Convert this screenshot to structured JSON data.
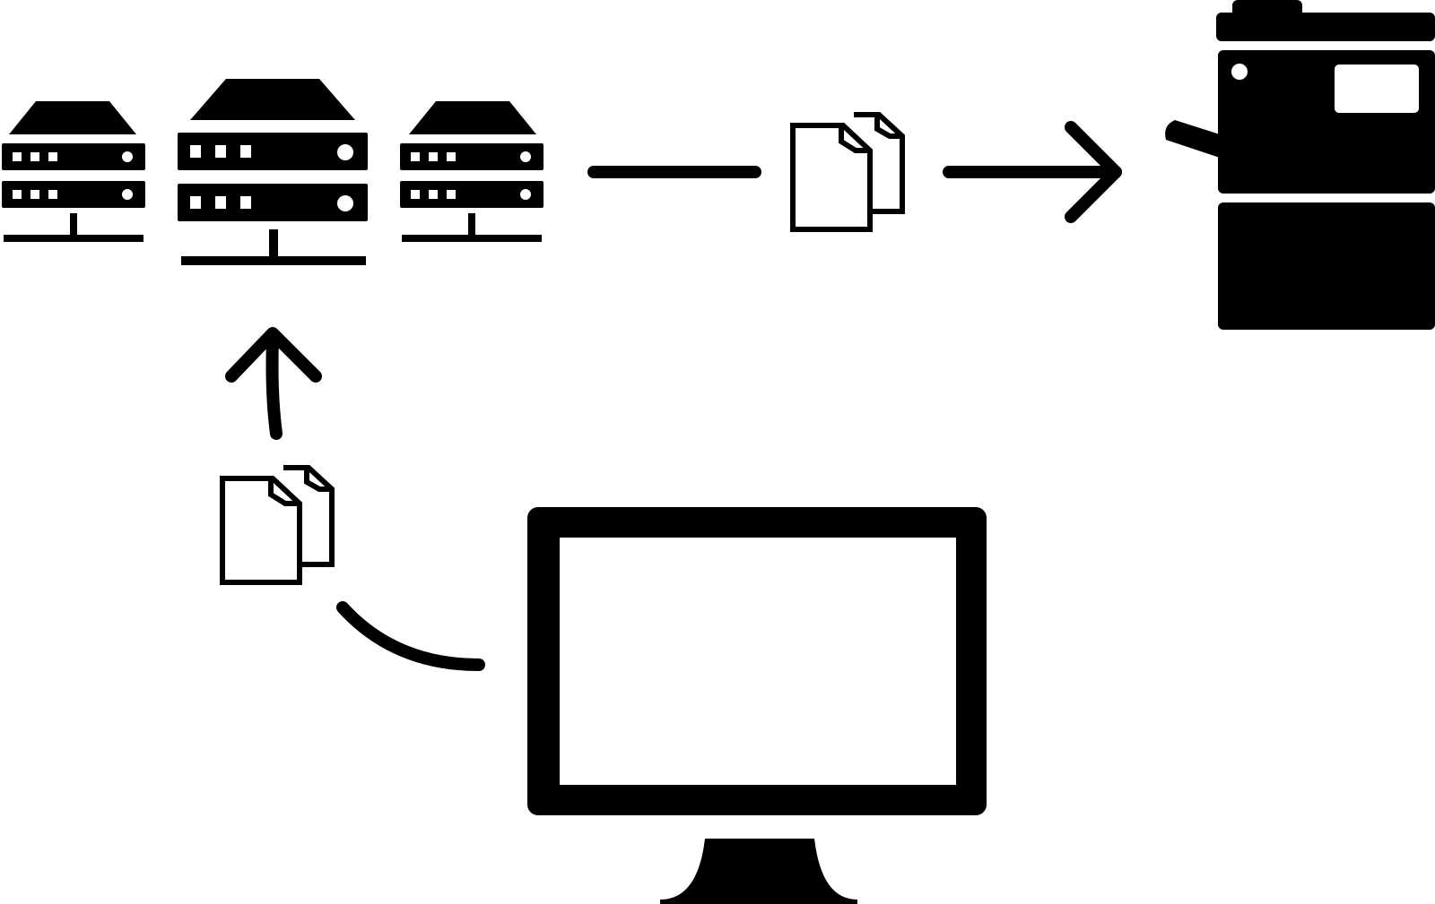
{
  "diagram": {
    "type": "print-workflow",
    "colors": {
      "ink": "#000000",
      "paper": "#ffffff"
    },
    "icons": {
      "server_cluster": [
        "server-icon",
        "server-icon",
        "server-icon"
      ],
      "documents": "documents-icon",
      "printer": "printer-icon",
      "workstation": "monitor-icon"
    },
    "flows": [
      {
        "from": "workstation",
        "to": "server_cluster",
        "carries": "documents"
      },
      {
        "from": "server_cluster",
        "to": "printer",
        "carries": "documents"
      }
    ]
  }
}
